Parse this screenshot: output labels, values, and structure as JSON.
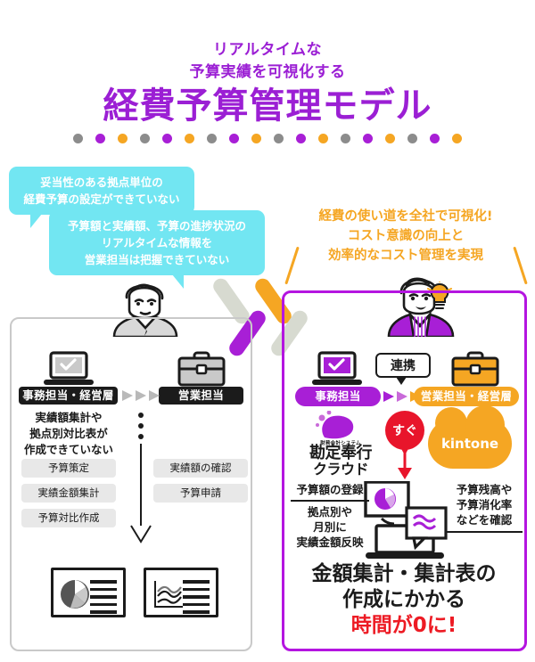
{
  "header": {
    "subtitle_line1": "リアルタイムな",
    "subtitle_line2": "予算実績を可視化する",
    "title": "経費予算管理モデル",
    "colors": {
      "purple": "#9B1FD4",
      "orange": "#F5A623",
      "gray": "#8C8C8C",
      "cyan": "#72E6F2",
      "red": "#ED1B24"
    },
    "dot_colors": [
      "#8C8C8C",
      "#A81FD6",
      "#F5A623"
    ],
    "dot_count": 18
  },
  "problem_bubbles": [
    {
      "line1": "妥当性のある拠点単位の",
      "line2": "経費予算の設定ができていない",
      "line3": ""
    },
    {
      "line1": "予算額と実績額、予算の進捗状況の",
      "line2": "リアルタイムな情報を",
      "line3": "営業担当は把握できていない"
    }
  ],
  "solution_headline": {
    "line1": "経費の使い道を全社で可視化!",
    "line2": "コスト意識の向上と",
    "line3": "効率的なコスト管理を実現"
  },
  "left_panel": {
    "role_office": "事務担当・経営層",
    "role_sales": "営業担当",
    "problem_note_line1": "実績額集計や",
    "problem_note_line2": "拠点別対比表が",
    "problem_note_line3": "作成できていない",
    "office_tasks": [
      "予算策定",
      "実績金額集計",
      "予算対比作成"
    ],
    "sales_tasks": [
      "実績額の確認",
      "予算申請"
    ],
    "output_icons": [
      "pie-chart-report",
      "line-chart-report"
    ]
  },
  "right_panel": {
    "role_office": "事務担当",
    "role_sales": "営業担当・経営層",
    "link_badge": "連携",
    "instant_badge": "すぐ",
    "product": {
      "small_text": "財務会計システム",
      "name_line1": "勘定奉行",
      "name_line2": "クラウド"
    },
    "kintone": "kintone",
    "left_caption_title": "予算額の登録",
    "left_caption_body_line1": "拠点別や",
    "left_caption_body_line2": "月別に",
    "left_caption_body_line3": "実績金額反映",
    "right_caption_title_line1": "予算残高や",
    "right_caption_title_line2": "予算消化率",
    "right_caption_title_line3": "などを確認",
    "footer_line1": "金額集計・集計表の",
    "footer_line2": "作成にかかる",
    "footer_line3": "時間が0に!"
  }
}
